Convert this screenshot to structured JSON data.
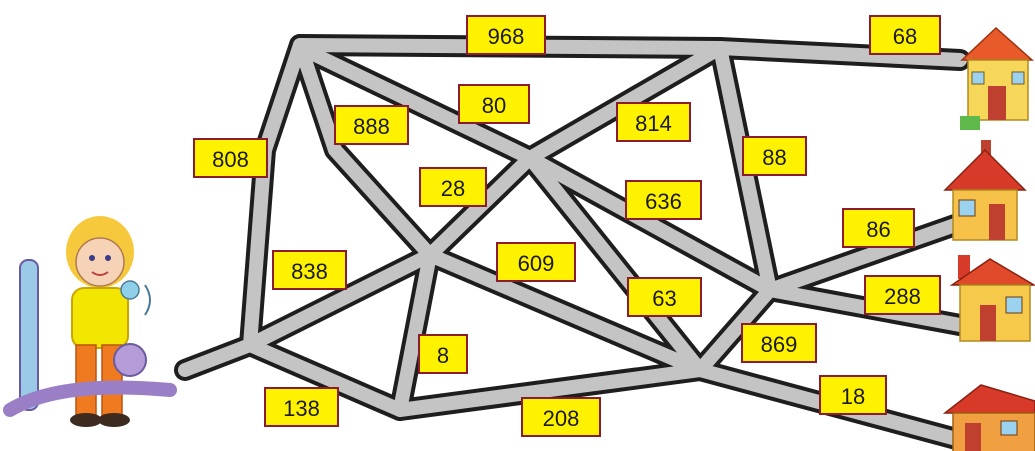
{
  "labels": {
    "n968": "968",
    "n68": "68",
    "n808": "808",
    "n888": "888",
    "n80": "80",
    "n814": "814",
    "n88": "88",
    "n28": "28",
    "n636": "636",
    "n86": "86",
    "n838": "838",
    "n609": "609",
    "n63": "63",
    "n288": "288",
    "n8": "8",
    "n869": "869",
    "n138": "138",
    "n208": "208",
    "n18": "18"
  },
  "colors": {
    "label_fill": "#fff200",
    "label_border": "#8a1c2b",
    "road": "#c4c4c4",
    "road_edge": "#1e1e1e"
  }
}
